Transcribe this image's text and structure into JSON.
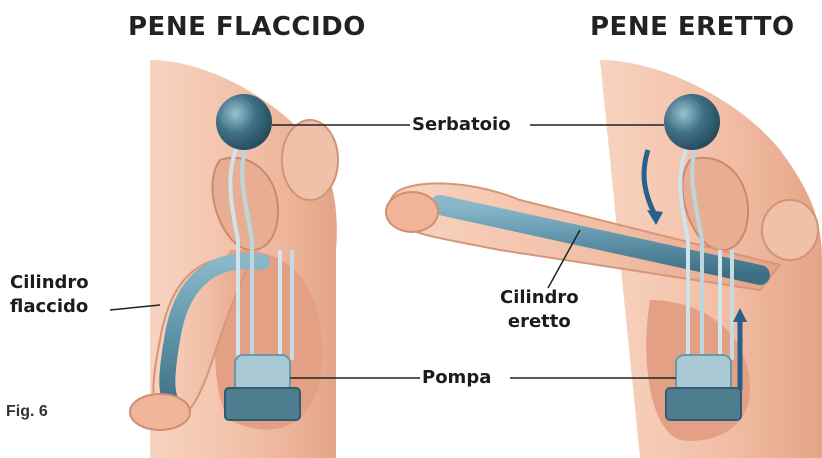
{
  "headings": {
    "left": "PENE FLACCIDO",
    "right": "PENE ERETTO"
  },
  "labels": {
    "serbatoio": "Serbatoio",
    "cilindro_flaccido": [
      "Cilindro",
      "flaccido"
    ],
    "cilindro_eretto": [
      "Cilindro",
      "eretto"
    ],
    "pompa": "Pompa"
  },
  "figure_caption": "Fig. 6",
  "colors": {
    "skin": "#f3c4ab",
    "skin_shadow": "#d89a80",
    "implant_blue": "#5f93a8",
    "implant_dark": "#2f5c70",
    "reservoir": "#3f7186",
    "arrow": "#2a5f8c",
    "text": "#1c1c1c"
  }
}
